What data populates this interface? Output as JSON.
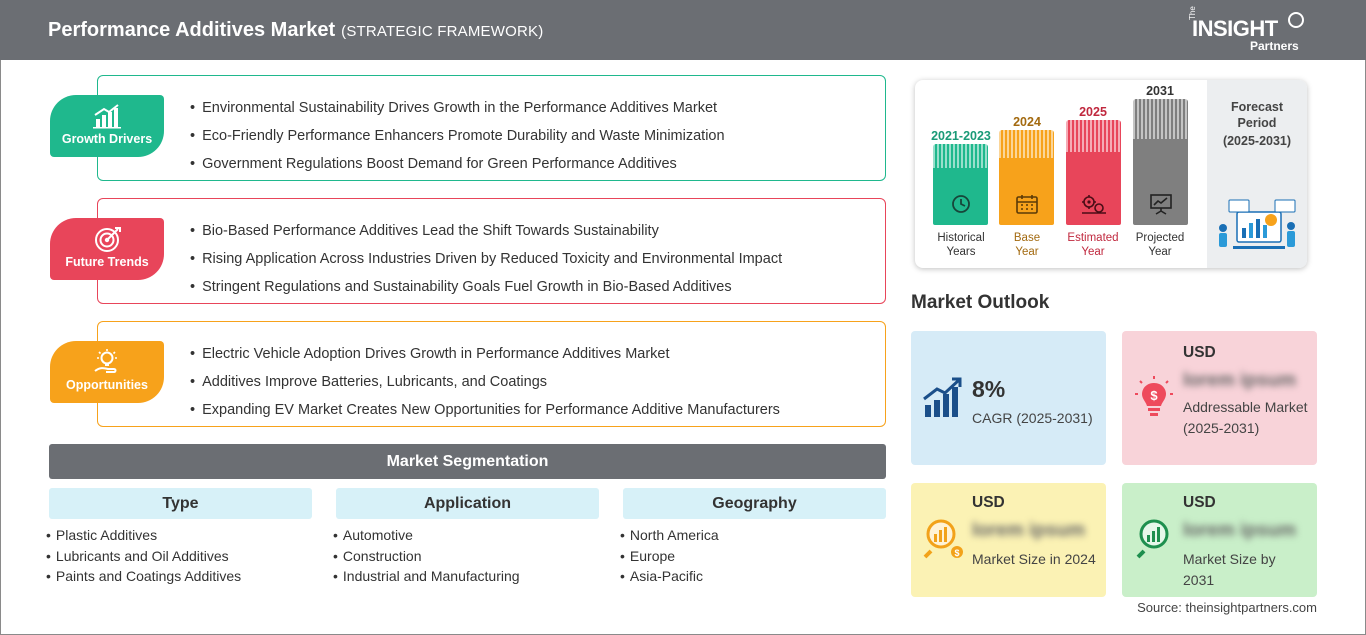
{
  "header": {
    "title": "Performance Additives Market",
    "subtitle": "(STRATEGIC FRAMEWORK)",
    "logo": {
      "the": "The",
      "insight": "INSIGHT",
      "partners": "Partners"
    }
  },
  "categories": {
    "growth_drivers": {
      "label": "Growth Drivers",
      "color": "#1fb88d",
      "icon": "bar-chart-growth-icon",
      "items": [
        "Environmental Sustainability Drives Growth in the Performance Additives Market",
        "Eco-Friendly Performance Enhancers Promote Durability and Waste Minimization",
        "Government Regulations Boost Demand for Green Performance Additives"
      ]
    },
    "future_trends": {
      "label": "Future Trends",
      "color": "#e8455a",
      "icon": "target-icon",
      "items": [
        "Bio-Based Performance Additives Lead the Shift Towards Sustainability",
        "Rising Application Across Industries Driven by Reduced Toxicity and Environmental Impact",
        "Stringent Regulations and Sustainability Goals Fuel Growth in Bio-Based Additives"
      ]
    },
    "opportunities": {
      "label": "Opportunities",
      "color": "#f7a21b",
      "icon": "lightbulb-hand-icon",
      "items": [
        "Electric Vehicle Adoption Drives Growth in Performance Additives Market",
        "Additives Improve Batteries, Lubricants, and Coatings",
        "Expanding EV Market Creates New Opportunities for Performance Additive Manufacturers"
      ]
    }
  },
  "segmentation": {
    "title": "Market Segmentation",
    "columns": [
      {
        "heading": "Type",
        "items": [
          "Plastic Additives",
          "Lubricants and Oil Additives",
          "Paints and Coatings Additives"
        ]
      },
      {
        "heading": "Application",
        "items": [
          "Automotive",
          "Construction",
          "Industrial and Manufacturing"
        ]
      },
      {
        "heading": "Geography",
        "items": [
          "North America",
          "Europe",
          "Asia-Pacific"
        ]
      }
    ]
  },
  "timeline": {
    "bars": [
      {
        "year": "2021-2023",
        "label_line1": "Historical",
        "label_line2": "Years",
        "color": "#1fb88d",
        "year_color": "#1a9a77",
        "icon": "history-clock-icon"
      },
      {
        "year": "2024",
        "label_line1": "Base",
        "label_line2": "Year",
        "color": "#f7a21b",
        "year_color": "#a36a10",
        "icon": "calendar-icon"
      },
      {
        "year": "2025",
        "label_line1": "Estimated",
        "label_line2": "Year",
        "color": "#e8455a",
        "year_color": "#c0283e",
        "icon": "gears-icon"
      },
      {
        "year": "2031",
        "label_line1": "Projected",
        "label_line2": "Year",
        "color": "#7f7f7f",
        "year_color": "#333333",
        "icon": "presentation-chart-icon"
      }
    ],
    "forecast": {
      "line1": "Forecast",
      "line2": "Period",
      "line3": "(2025-2031)"
    }
  },
  "outlook": {
    "title": "Market Outlook",
    "cagr": {
      "value": "8%",
      "label": "CAGR (2025-2031)",
      "color": "#d6ebf7",
      "icon": "growth-arrow-bars-icon"
    },
    "addressable": {
      "currency": "USD",
      "value": "lorem ipsum",
      "label": "Addressable Market (2025-2031)",
      "color": "#f8d3d9",
      "icon": "dollar-bulb-icon"
    },
    "size_2024": {
      "currency": "USD",
      "value": "lorem ipsum",
      "label": "Market Size in 2024",
      "color": "#fbf2b4",
      "icon": "magnifier-chart-icon"
    },
    "size_2031": {
      "currency": "USD",
      "value": "lorem ipsum",
      "label": "Market Size by 2031",
      "color": "#c9efc9",
      "icon": "magnifier-growth-icon"
    }
  },
  "source": "Source: theinsightpartners.com"
}
